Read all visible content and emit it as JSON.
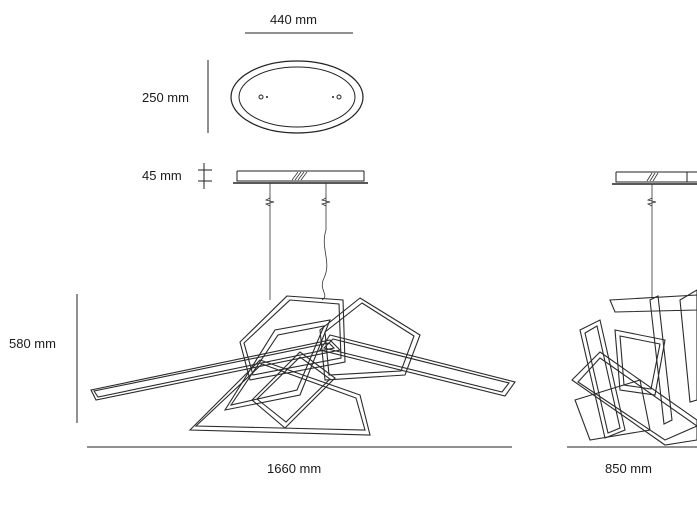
{
  "dimensions": {
    "canopy_width": "440 mm",
    "canopy_depth": "250 mm",
    "canopy_height": "45 mm",
    "fixture_height": "580 mm",
    "fixture_width": "1660 mm",
    "fixture_side_width": "850 mm"
  },
  "colors": {
    "line": "#222222",
    "background": "#ffffff"
  }
}
